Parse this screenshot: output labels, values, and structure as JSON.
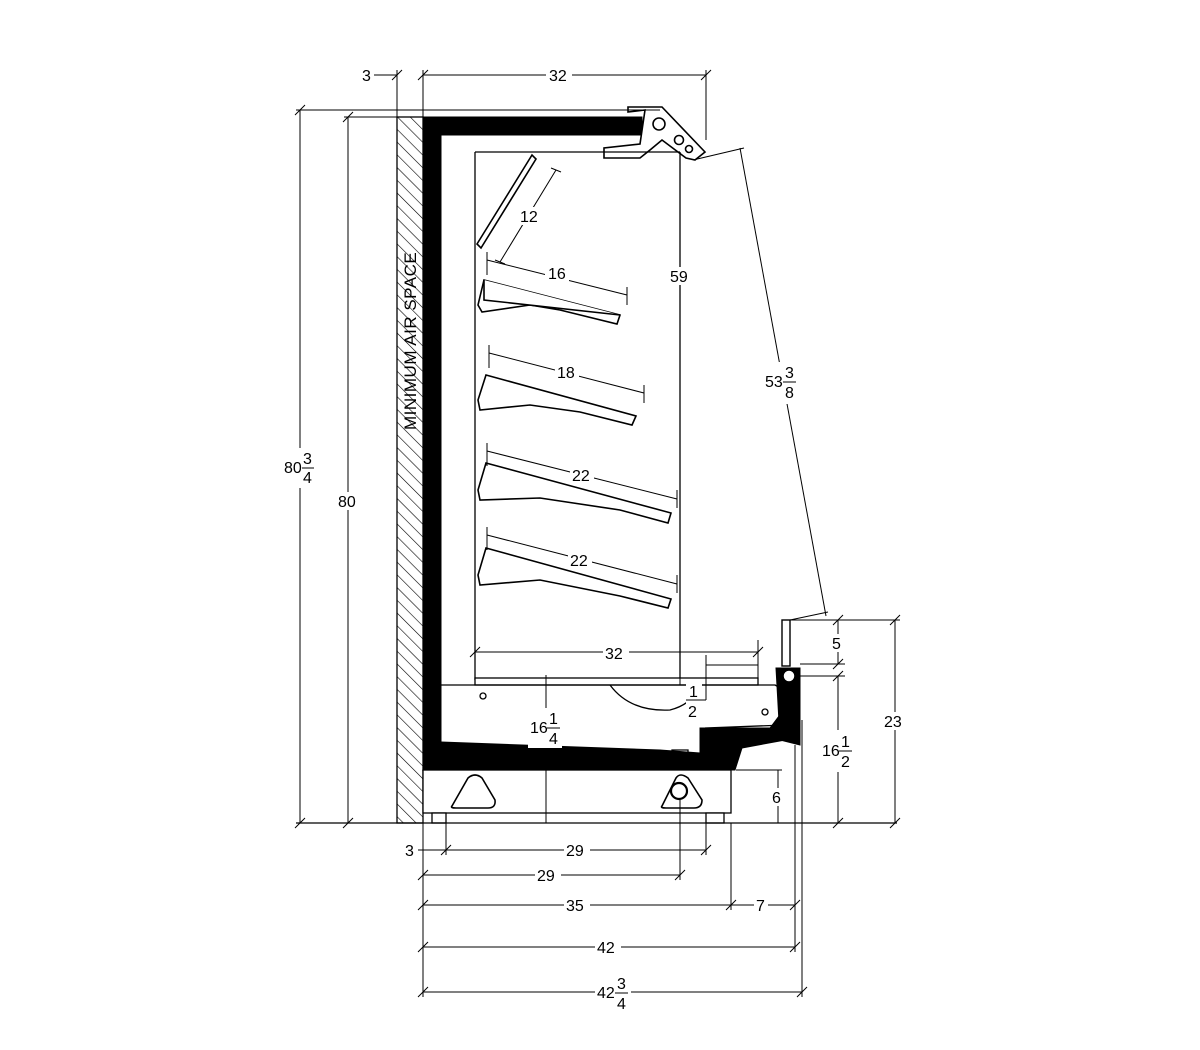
{
  "wall_label": "MINIMUM AIR SPACE",
  "dimensions": {
    "top_gap": "3",
    "top_depth": "32",
    "overall_height_whole": "80",
    "overall_height_num": "3",
    "overall_height_den": "4",
    "case_height": "80",
    "shelf_top": "12",
    "shelf_1": "16",
    "shelf_2": "18",
    "shelf_3": "22",
    "shelf_4": "22",
    "interior_height": "59",
    "deck_depth": "32",
    "deck_half_num": "1",
    "deck_half_den": "2",
    "curtain_whole": "53",
    "curtain_num": "3",
    "curtain_den": "8",
    "base_height_whole": "16",
    "base_height_num": "1",
    "base_height_den": "4",
    "front_5": "5",
    "front_23": "23",
    "front_16_whole": "16",
    "front_16_num": "1",
    "front_16_den": "2",
    "leg_6": "6",
    "bottom_3": "3",
    "bottom_29a": "29",
    "bottom_29b": "29",
    "bottom_35": "35",
    "bottom_7": "7",
    "bottom_42": "42",
    "bottom_42_whole": "42",
    "bottom_42_num": "3",
    "bottom_42_den": "4"
  }
}
